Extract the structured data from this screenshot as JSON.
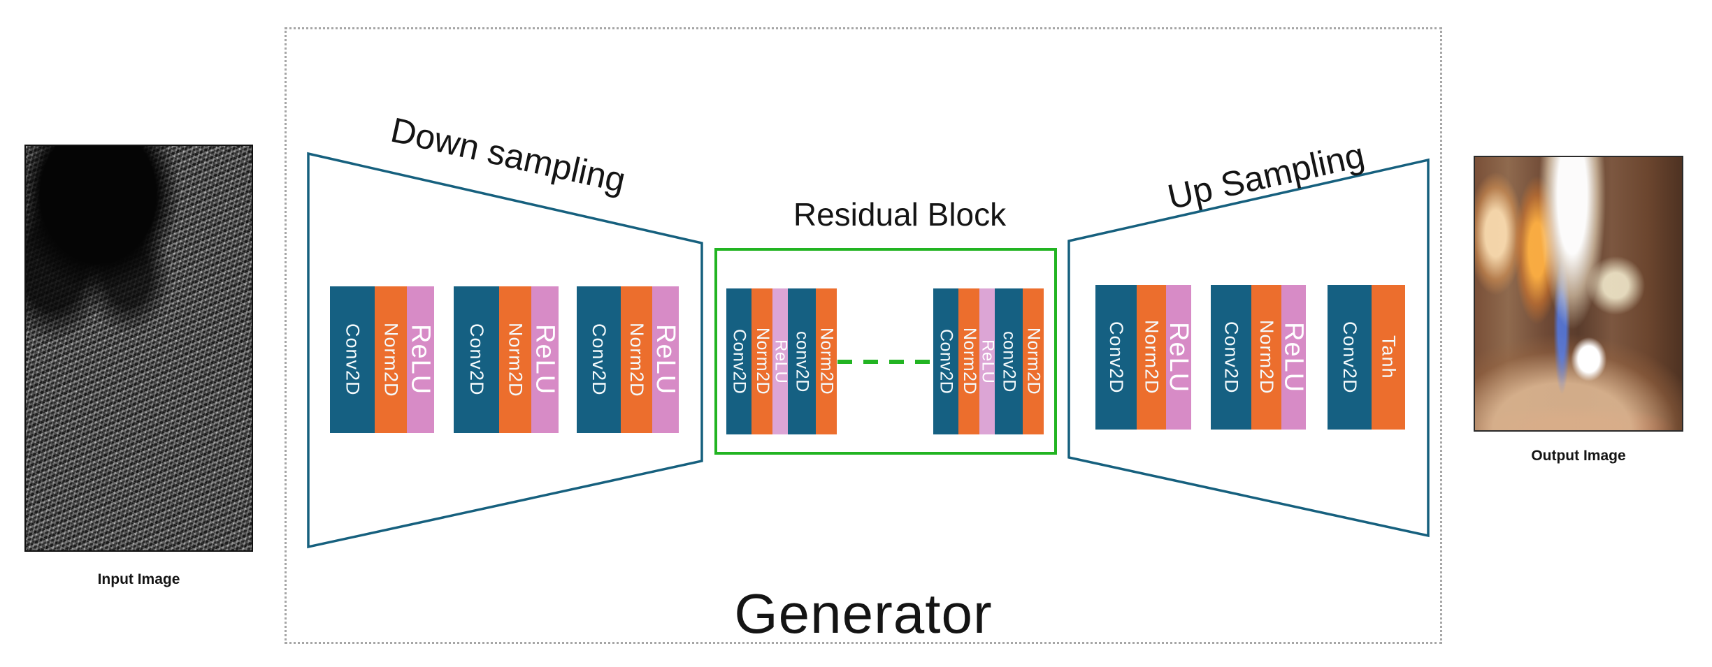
{
  "colors": {
    "teal": "#156082",
    "orange": "#EC6E2D",
    "pink": "#D78BC6",
    "pink_light": "#DCA5D5",
    "trapezoid_stroke": "#16607E",
    "residual_green": "#22B422",
    "dotted_border": "#A6A6A6",
    "label_text": "#141414",
    "bar_text": "#FFFFFF"
  },
  "input_image": {
    "label": "Input Image"
  },
  "output_image": {
    "label": "Output Image"
  },
  "generator": {
    "title": "Generator",
    "down_sampling": {
      "label": "Down sampling",
      "stacks": [
        [
          {
            "label": "Conv2D",
            "color": "teal",
            "w": 43
          },
          {
            "label": "Norm2D",
            "color": "orange",
            "w": 31
          },
          {
            "label": "ReLU",
            "color": "pink",
            "w": 26,
            "relu": true
          }
        ],
        [
          {
            "label": "Conv2D",
            "color": "teal",
            "w": 43
          },
          {
            "label": "Norm2D",
            "color": "orange",
            "w": 31
          },
          {
            "label": "ReLU",
            "color": "pink",
            "w": 26,
            "relu": true
          }
        ],
        [
          {
            "label": "Conv2D",
            "color": "teal",
            "w": 43
          },
          {
            "label": "Norm2D",
            "color": "orange",
            "w": 31
          },
          {
            "label": "ReLU",
            "color": "pink",
            "w": 26,
            "relu": true
          }
        ]
      ]
    },
    "residual_block": {
      "label": "Residual Block",
      "stacks": [
        [
          {
            "label": "Conv2D",
            "color": "teal",
            "w": 23
          },
          {
            "label": "Norm2D",
            "color": "orange",
            "w": 19
          },
          {
            "label": "ReLU",
            "color": "pink_light",
            "w": 14,
            "relu": true
          },
          {
            "label": "conv2D",
            "color": "teal",
            "w": 25
          },
          {
            "label": "Norm2D",
            "color": "orange",
            "w": 19
          }
        ],
        [
          {
            "label": "Conv2D",
            "color": "teal",
            "w": 23
          },
          {
            "label": "Norm2D",
            "color": "orange",
            "w": 19
          },
          {
            "label": "ReLU",
            "color": "pink_light",
            "w": 14,
            "relu": true
          },
          {
            "label": "conv2D",
            "color": "teal",
            "w": 25
          },
          {
            "label": "Norm2D",
            "color": "orange",
            "w": 19
          }
        ]
      ]
    },
    "up_sampling": {
      "label": "Up Sampling",
      "stacks": [
        [
          {
            "label": "Conv2D",
            "color": "teal",
            "w": 43
          },
          {
            "label": "Norm2D",
            "color": "orange",
            "w": 31
          },
          {
            "label": "ReLU",
            "color": "pink",
            "w": 26,
            "relu": true
          }
        ],
        [
          {
            "label": "Conv2D",
            "color": "teal",
            "w": 43
          },
          {
            "label": "Norm2D",
            "color": "orange",
            "w": 31
          },
          {
            "label": "ReLU",
            "color": "pink",
            "w": 26,
            "relu": true
          }
        ],
        [
          {
            "label": "Conv2D",
            "color": "teal",
            "w": 57
          },
          {
            "label": "Tanh",
            "color": "orange",
            "w": 43
          }
        ]
      ]
    }
  }
}
